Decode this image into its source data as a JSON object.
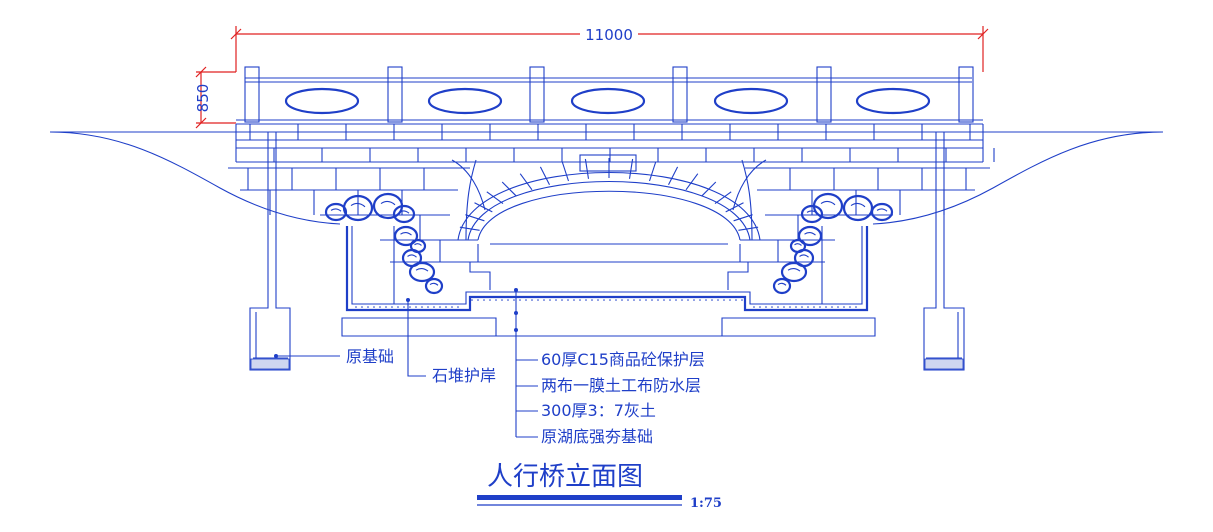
{
  "drawing": {
    "title": "人行桥立面图",
    "scale": "1:75"
  },
  "dimensions": {
    "span": "11000",
    "railing_height": "850"
  },
  "labels": {
    "original_foundation": "原基础",
    "stone_bank": "石堆护岸",
    "layers": [
      "60厚C15商品砼保护层",
      "两布一膜土工布防水层",
      "300厚3：7灰土",
      "原湖底强夯基础"
    ]
  },
  "colors": {
    "line": "#1f3fc8",
    "dimension": "#e02020"
  }
}
